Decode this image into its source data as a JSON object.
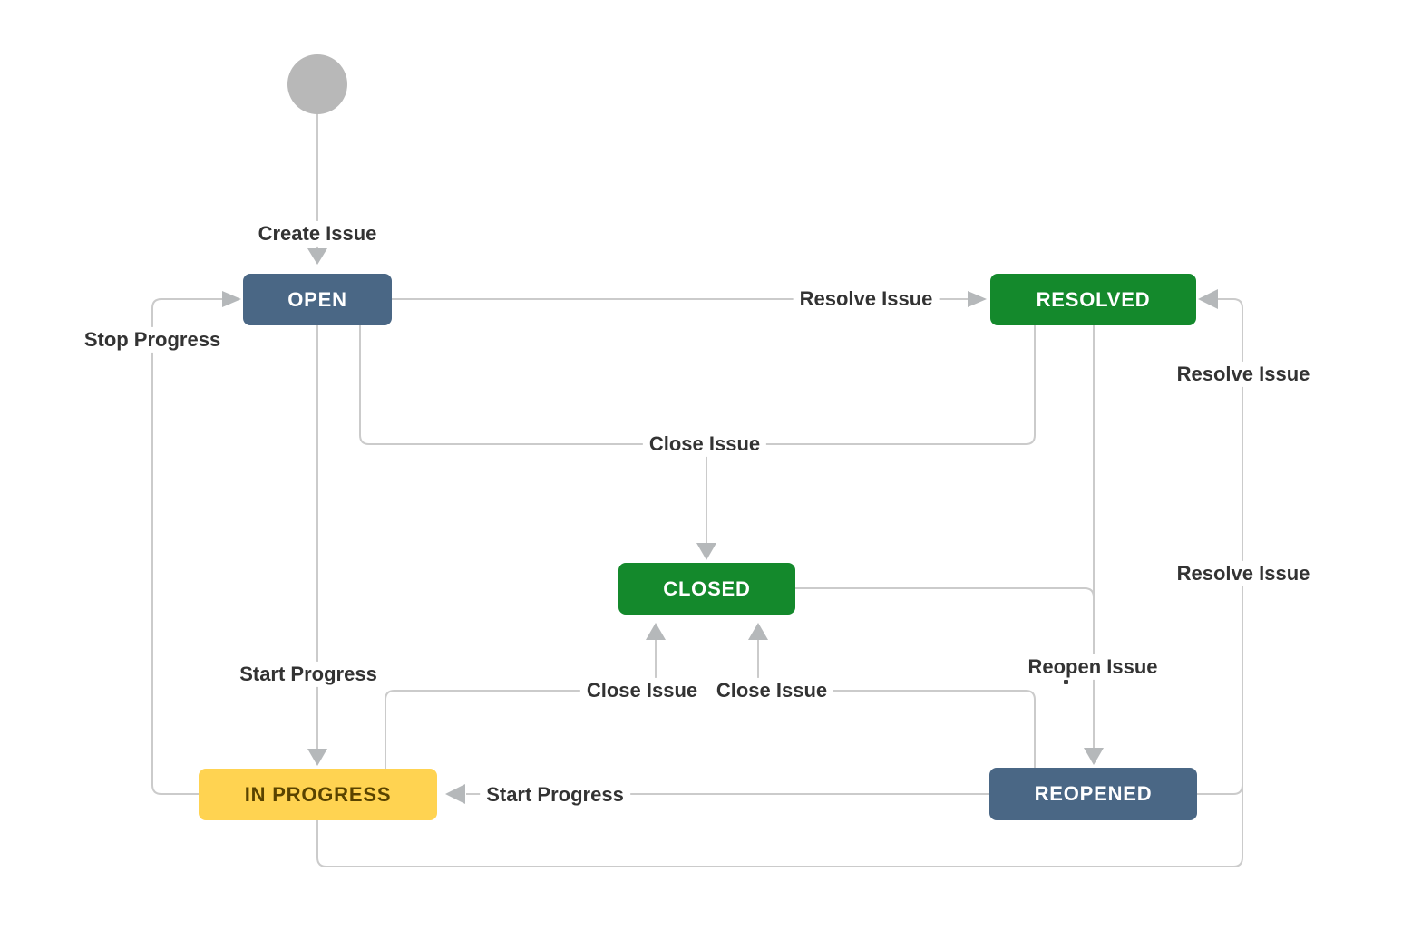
{
  "diagram": {
    "kind": "issue-workflow",
    "colors": {
      "line": "#cbcbcb",
      "arrowhead": "#b5b8ba",
      "label_text": "#333333",
      "start_node_gray": "#b8b8b8",
      "state_blue": "#4a6785",
      "state_green": "#14892c",
      "state_yellow": "#ffd351",
      "state_yellow_text": "#594300",
      "state_text": "#ffffff"
    },
    "start_node": {
      "name": "start"
    },
    "states": [
      {
        "id": "open",
        "label": "OPEN",
        "color": "#4a6785"
      },
      {
        "id": "resolved",
        "label": "RESOLVED",
        "color": "#14892c"
      },
      {
        "id": "closed",
        "label": "CLOSED",
        "color": "#14892c"
      },
      {
        "id": "in-progress",
        "label": "IN PROGRESS",
        "color": "#ffd351"
      },
      {
        "id": "reopened",
        "label": "REOPENED",
        "color": "#4a6785"
      }
    ],
    "transition_labels": [
      {
        "id": "create-issue",
        "text": "Create Issue",
        "from": "start",
        "to": "OPEN"
      },
      {
        "id": "resolve-issue-open",
        "text": "Resolve Issue",
        "from": "OPEN",
        "to": "RESOLVED"
      },
      {
        "id": "stop-progress",
        "text": "Stop Progress",
        "from": "IN PROGRESS",
        "to": "OPEN"
      },
      {
        "id": "close-issue-top",
        "text": "Close Issue",
        "from": "OPEN / RESOLVED",
        "to": "CLOSED"
      },
      {
        "id": "resolve-issue-upper",
        "text": "Resolve Issue",
        "from": "IN PROGRESS",
        "to": "RESOLVED"
      },
      {
        "id": "resolve-issue-lower",
        "text": "Resolve Issue",
        "from": "REOPENED",
        "to": "RESOLVED"
      },
      {
        "id": "reopen-issue",
        "text": "Reopen Issue",
        "from": "RESOLVED / CLOSED",
        "to": "REOPENED"
      },
      {
        "id": "start-progress-open",
        "text": "Start Progress",
        "from": "OPEN",
        "to": "IN PROGRESS"
      },
      {
        "id": "close-issue-inprogress",
        "text": "Close Issue",
        "from": "IN PROGRESS",
        "to": "CLOSED"
      },
      {
        "id": "close-issue-reopened",
        "text": "Close Issue",
        "from": "REOPENED",
        "to": "CLOSED"
      },
      {
        "id": "start-progress-reopened",
        "text": "Start Progress",
        "from": "REOPENED",
        "to": "IN PROGRESS"
      }
    ]
  }
}
